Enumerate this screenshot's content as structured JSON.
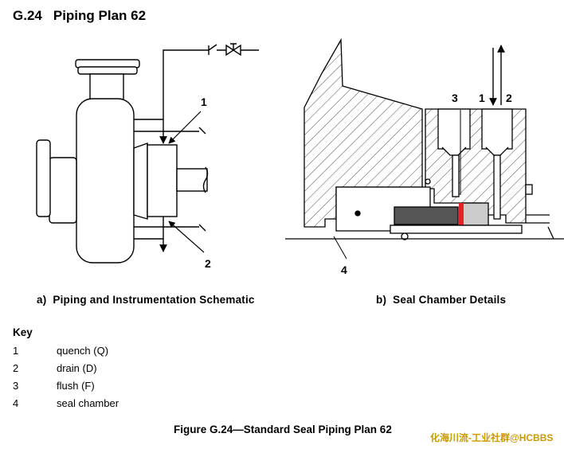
{
  "heading": {
    "number": "G.24",
    "title": "Piping Plan 62"
  },
  "captions": {
    "a": {
      "letter": "a)",
      "text": "Piping and Instrumentation Schematic"
    },
    "b": {
      "letter": "b)",
      "text": "Seal Chamber Details"
    }
  },
  "callouts": {
    "schematic": [
      "1",
      "2"
    ],
    "detail": [
      "3",
      "1",
      "2",
      "4"
    ]
  },
  "key": {
    "title": "Key",
    "items": [
      {
        "num": "1",
        "label": "quench (Q)"
      },
      {
        "num": "2",
        "label": "drain (D)"
      },
      {
        "num": "3",
        "label": "flush (F)"
      },
      {
        "num": "4",
        "label": "seal chamber"
      }
    ]
  },
  "figure_caption": "Figure G.24—Standard Seal Piping Plan 62",
  "watermark": "化海川流-工业社群@HCBBS",
  "colors": {
    "seal_face_highlight": "#e8202a",
    "watermark": "#c79a00"
  }
}
